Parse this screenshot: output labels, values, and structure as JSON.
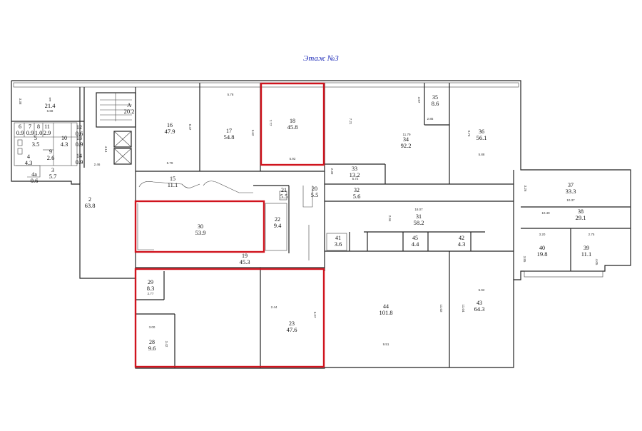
{
  "title": "Этаж №3",
  "colors": {
    "highlight": "#d0141e",
    "title": "#1d2bb8",
    "walls": "#222222"
  },
  "rooms": [
    {
      "key": "r1",
      "number": "1",
      "area": "21.4"
    },
    {
      "key": "r2",
      "number": "2",
      "area": "63.8"
    },
    {
      "key": "r3",
      "number": "3",
      "area": "5.7"
    },
    {
      "key": "r4",
      "number": "4",
      "area": "4.3"
    },
    {
      "key": "r4a",
      "number": "4a",
      "area": "0.6"
    },
    {
      "key": "r5",
      "number": "5",
      "area": "3.5"
    },
    {
      "key": "r6",
      "number": "6",
      "area": "0.9"
    },
    {
      "key": "r7",
      "number": "7",
      "area": "0.9"
    },
    {
      "key": "r8",
      "number": "8",
      "area": "1.0"
    },
    {
      "key": "r9",
      "number": "9",
      "area": "2.6"
    },
    {
      "key": "r10",
      "number": "10",
      "area": "4.3"
    },
    {
      "key": "r11",
      "number": "11",
      "area": "2.9"
    },
    {
      "key": "r12",
      "number": "12",
      "area": "0.6"
    },
    {
      "key": "r13",
      "number": "13",
      "area": "0.9"
    },
    {
      "key": "r14",
      "number": "14",
      "area": "0.9"
    },
    {
      "key": "rA",
      "number": "A",
      "area": "20.2"
    },
    {
      "key": "r15",
      "number": "15",
      "area": "11.1"
    },
    {
      "key": "r16",
      "number": "16",
      "area": "47.9"
    },
    {
      "key": "r17",
      "number": "17",
      "area": "54.8"
    },
    {
      "key": "r18",
      "number": "18",
      "area": "45.8"
    },
    {
      "key": "r19",
      "number": "19",
      "area": "45.3"
    },
    {
      "key": "r20",
      "number": "20",
      "area": "5.5"
    },
    {
      "key": "r21",
      "number": "21",
      "area": "5.5"
    },
    {
      "key": "r22",
      "number": "22",
      "area": "9.4"
    },
    {
      "key": "r23",
      "number": "23",
      "area": "47.6"
    },
    {
      "key": "r28",
      "number": "28",
      "area": "9.6"
    },
    {
      "key": "r29",
      "number": "29",
      "area": "8.3"
    },
    {
      "key": "r30",
      "number": "30",
      "area": "53.9"
    },
    {
      "key": "r31",
      "number": "31",
      "area": "58.2"
    },
    {
      "key": "r32",
      "number": "32",
      "area": "5.6"
    },
    {
      "key": "r33",
      "number": "33",
      "area": "13.2"
    },
    {
      "key": "r34",
      "number": "34",
      "area": "92.2"
    },
    {
      "key": "r35",
      "number": "35",
      "area": "8.6"
    },
    {
      "key": "r36",
      "number": "36",
      "area": "56.1"
    },
    {
      "key": "r37",
      "number": "37",
      "area": "33.3"
    },
    {
      "key": "r38",
      "number": "38",
      "area": "29.1"
    },
    {
      "key": "r39",
      "number": "39",
      "area": "11.1"
    },
    {
      "key": "r40",
      "number": "40",
      "area": "19.8"
    },
    {
      "key": "r41",
      "number": "41",
      "area": "3.6"
    },
    {
      "key": "r42",
      "number": "42",
      "area": "4.3"
    },
    {
      "key": "r43",
      "number": "43",
      "area": "64.3"
    },
    {
      "key": "r44",
      "number": "44",
      "area": "101.8"
    },
    {
      "key": "r45",
      "number": "45",
      "area": "4.4"
    }
  ],
  "dimensions": [
    "3.38",
    "6.68",
    "2.46",
    "4.14",
    "8.47",
    "5.79",
    "5.78",
    "9.62",
    "7.77",
    "5.92",
    "7.21",
    "3.87",
    "2.85",
    "11.79",
    "2.39",
    "5.72",
    "9.76",
    "5.88",
    "3.26",
    "10.37",
    "10.49",
    "3.20",
    "2.75",
    "3.85",
    "4.05",
    "2.94",
    "18.07",
    "2.77",
    "3.00",
    "3.42",
    "2.44",
    "9.27",
    "11.02",
    "11.04",
    "5.92",
    "9.51"
  ]
}
